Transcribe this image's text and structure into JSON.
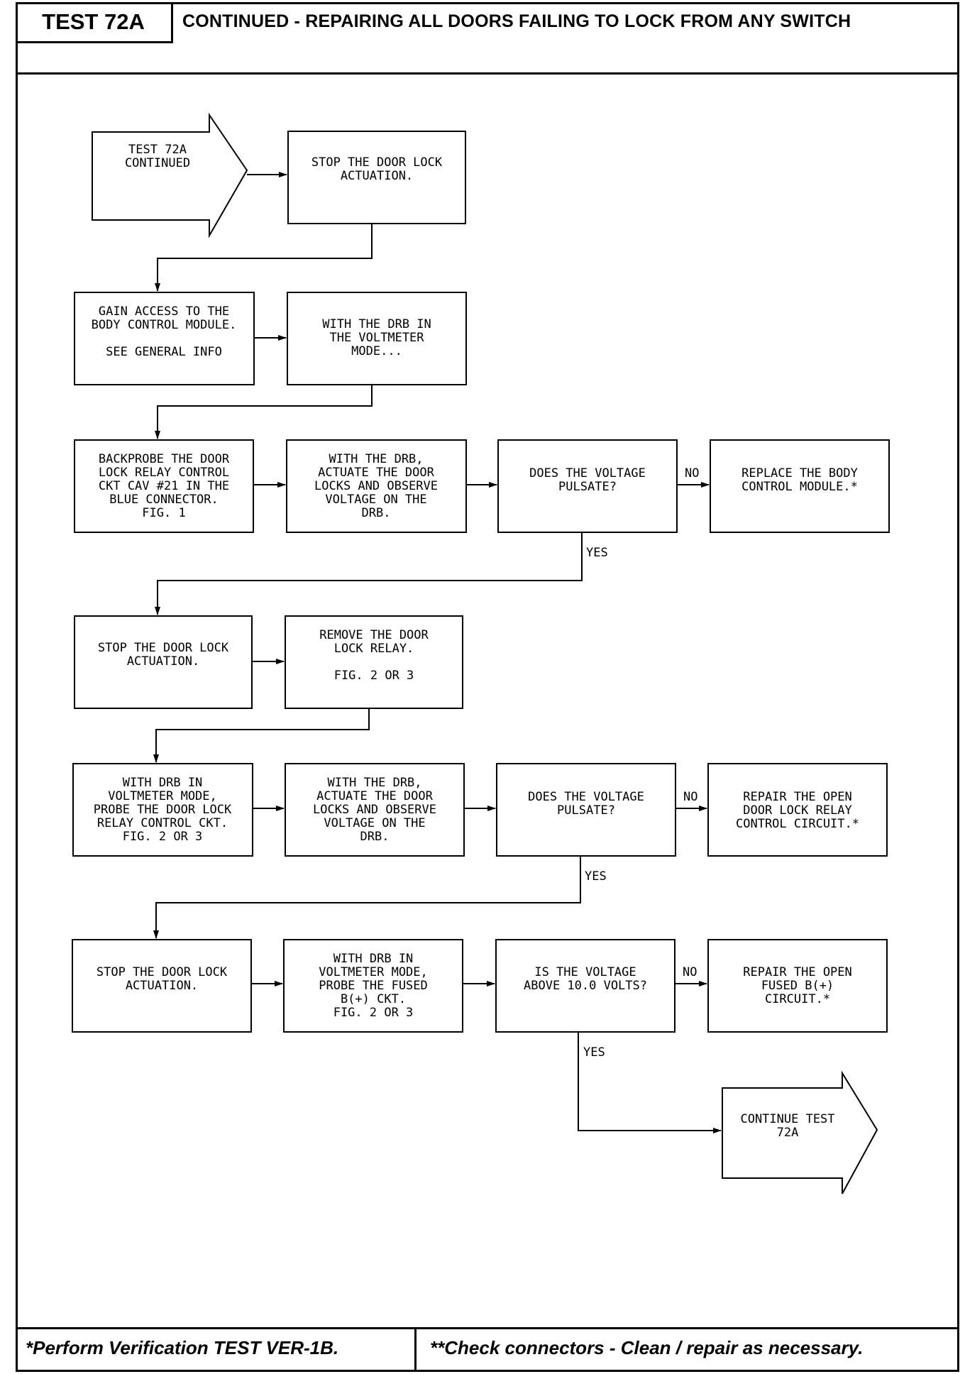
{
  "header": {
    "test_id": "TEST 72A",
    "title": "CONTINUED - REPAIRING ALL DOORS FAILING TO LOCK FROM ANY SWITCH"
  },
  "footer": {
    "left": "*Perform Verification TEST VER-1B.",
    "right": "**Check connectors - Clean / repair as necessary."
  },
  "nodes": {
    "start": [
      "TEST 72A",
      "CONTINUED"
    ],
    "n1": [
      "STOP THE DOOR LOCK",
      "ACTUATION."
    ],
    "n2": [
      "GAIN ACCESS TO THE",
      "BODY CONTROL MODULE.",
      "",
      "SEE GENERAL INFO"
    ],
    "n3": [
      "WITH THE DRB IN",
      "THE VOLTMETER",
      "MODE..."
    ],
    "n4": [
      "BACKPROBE THE DOOR",
      "LOCK RELAY CONTROL",
      "CKT CAV #21 IN THE",
      "BLUE CONNECTOR.",
      "FIG. 1"
    ],
    "n5": [
      "WITH THE DRB,",
      "ACTUATE THE DOOR",
      "LOCKS AND OBSERVE",
      "VOLTAGE ON THE",
      "DRB."
    ],
    "n6": [
      "DOES THE VOLTAGE",
      "PULSATE?"
    ],
    "n7": [
      "REPLACE THE BODY",
      "CONTROL MODULE.*"
    ],
    "n8": [
      "STOP THE DOOR LOCK",
      "ACTUATION."
    ],
    "n9": [
      "REMOVE THE DOOR",
      "LOCK RELAY.",
      "",
      "FIG. 2 OR 3"
    ],
    "n10": [
      "WITH DRB IN",
      "VOLTMETER MODE,",
      "PROBE THE DOOR LOCK",
      "RELAY CONTROL CKT.",
      "FIG. 2 OR 3"
    ],
    "n11": [
      "WITH THE DRB,",
      "ACTUATE THE DOOR",
      "LOCKS AND OBSERVE",
      "VOLTAGE ON THE",
      "DRB."
    ],
    "n12": [
      "DOES THE VOLTAGE",
      "PULSATE?"
    ],
    "n13": [
      "REPAIR THE OPEN",
      "DOOR LOCK RELAY",
      "CONTROL CIRCUIT.*"
    ],
    "n14": [
      "STOP THE DOOR LOCK",
      "ACTUATION."
    ],
    "n15": [
      "WITH DRB IN",
      "VOLTMETER MODE,",
      "PROBE THE FUSED",
      "B(+) CKT.",
      "FIG. 2 OR 3"
    ],
    "n16": [
      "IS THE VOLTAGE",
      "ABOVE 10.0 VOLTS?"
    ],
    "n17": [
      "REPAIR THE OPEN",
      "FUSED B(+)",
      "CIRCUIT.*"
    ],
    "end": [
      "CONTINUE TEST",
      "72A"
    ]
  },
  "edge_labels": {
    "no": "NO",
    "yes": "YES"
  }
}
